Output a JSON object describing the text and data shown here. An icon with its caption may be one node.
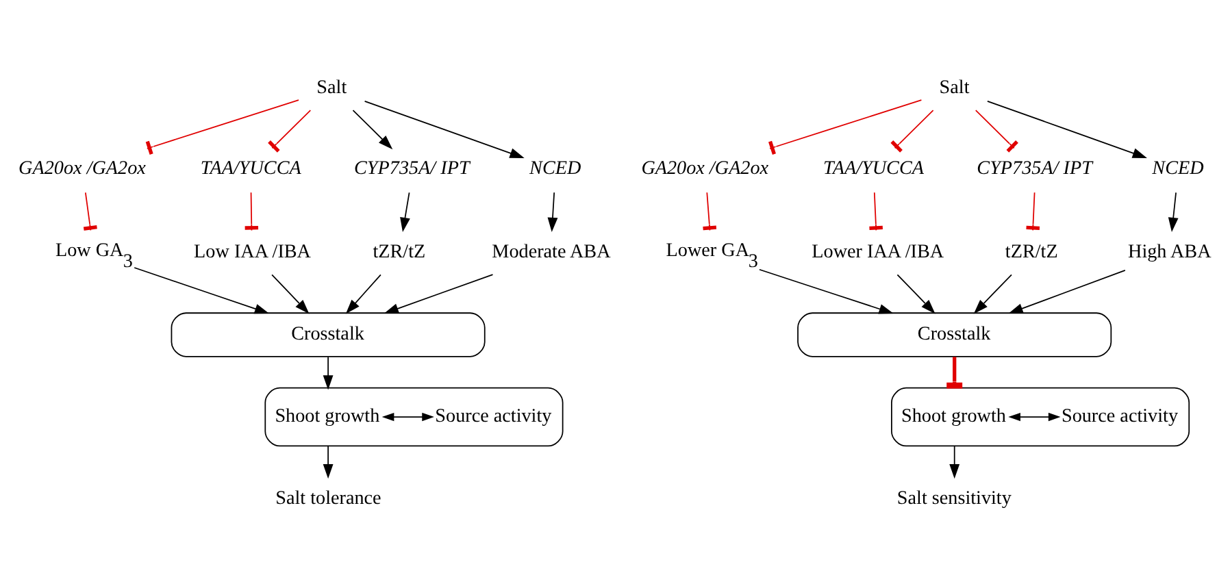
{
  "diagram": {
    "nodes": [
      {
        "text": [
          "Salt"
        ]
      },
      {
        "text": [
          "GA20ox /GA2ox"
        ]
      },
      {
        "text": [
          "TAA/YUCCA"
        ]
      },
      {
        "text": [
          "CYP735A/ IPT"
        ]
      },
      {
        "text": [
          "NCED"
        ]
      },
      {
        "text": [
          "Low GA$_{3}$"
        ]
      },
      {
        "text": [
          "Low IAA /IBA"
        ]
      },
      {
        "text": [
          "tZR/tZ"
        ]
      },
      {
        "text": [
          "Moderate ABA"
        ]
      },
      {
        "text": [
          "Crosstalk"
        ]
      },
      {
        "text": [],
        "shape": "box"
      },
      {
        "text": [
          "Shoot growth"
        ],
        "in": 10
      },
      {
        "text": [
          "Source activity"
        ],
        "in": 10
      },
      {
        "text": [
          "Salt tolerance"
        ]
      },
      {
        "text": [
          "Salt"
        ]
      },
      {
        "text": [
          "GA20ox /GA2ox"
        ]
      },
      {
        "text": [
          "TAA/YUCCA"
        ]
      },
      {
        "text": [
          "CYP735A/ IPT"
        ]
      },
      {
        "text": [
          "NCED"
        ]
      },
      {
        "text": [
          "Lower GA$_{3}$"
        ]
      },
      {
        "text": [
          "Lower IAA /IBA"
        ]
      },
      {
        "text": [
          "tZR/tZ"
        ]
      },
      {
        "text": [
          "High ABA"
        ]
      },
      {
        "text": [
          "Crosstalk"
        ]
      },
      {
        "text": [],
        "shape": "box"
      },
      {
        "text": [
          "Shoot growth"
        ],
        "in": 24
      },
      {
        "text": [
          "Source activity"
        ],
        "in": 24
      },
      {
        "text": [
          "Salt sensitivity"
        ]
      }
    ],
    "edges": [
      {
        "from": 0,
        "to": 1,
        "arrow": "other",
        "color": "#e00000"
      },
      {
        "from": 0,
        "to": 2,
        "arrow": "other",
        "color": "#e00000"
      },
      {
        "from": 0,
        "to": 3,
        "arrow": "to"
      },
      {
        "from": 0,
        "to": 4,
        "arrow": "to"
      },
      {
        "from": 1,
        "to": 5,
        "arrow": "other",
        "color": "#e00000"
      },
      {
        "from": 2,
        "to": 6,
        "arrow": "other",
        "color": "#e00000"
      },
      {
        "from": 3,
        "to": 7,
        "arrow": "to"
      },
      {
        "from": 4,
        "to": 8,
        "arrow": "to"
      },
      {
        "from": 5,
        "to": 9,
        "arrow": "to"
      },
      {
        "from": 6,
        "to": 9,
        "arrow": "to"
      },
      {
        "from": 7,
        "to": 9,
        "arrow": "to"
      },
      {
        "from": 8,
        "to": 9,
        "arrow": "to"
      },
      {
        "from": 9,
        "to": 10,
        "arrow": "to"
      },
      {
        "from": 11,
        "to": 12,
        "arrow": "both"
      },
      {
        "from": 10,
        "to": 13,
        "arrow": "to"
      },
      {
        "from": 14,
        "to": 15,
        "arrow": "other",
        "color": "#e00000"
      },
      {
        "from": 14,
        "to": 16,
        "arrow": "other",
        "color": "#e00000"
      },
      {
        "from": 14,
        "to": 17,
        "arrow": "other",
        "color": "#e00000"
      },
      {
        "from": 14,
        "to": 18,
        "arrow": "to"
      },
      {
        "from": 15,
        "to": 19,
        "arrow": "other",
        "color": "#e00000"
      },
      {
        "from": 16,
        "to": 20,
        "arrow": "other",
        "color": "#e00000"
      },
      {
        "from": 17,
        "to": 21,
        "arrow": "other",
        "color": "#e00000"
      },
      {
        "from": 18,
        "to": 22,
        "arrow": "to"
      },
      {
        "from": 19,
        "to": 23,
        "arrow": "to"
      },
      {
        "from": 20,
        "to": 23,
        "arrow": "to"
      },
      {
        "from": 21,
        "to": 23,
        "arrow": "to"
      },
      {
        "from": 22,
        "to": 23,
        "arrow": "to"
      },
      {
        "from": 23,
        "to": 24,
        "arrow": "other",
        "style": "thick",
        "color": "#e00000"
      },
      {
        "from": 25,
        "to": 26,
        "arrow": "both"
      },
      {
        "from": 24,
        "to": 27,
        "arrow": "to"
      }
    ]
  }
}
